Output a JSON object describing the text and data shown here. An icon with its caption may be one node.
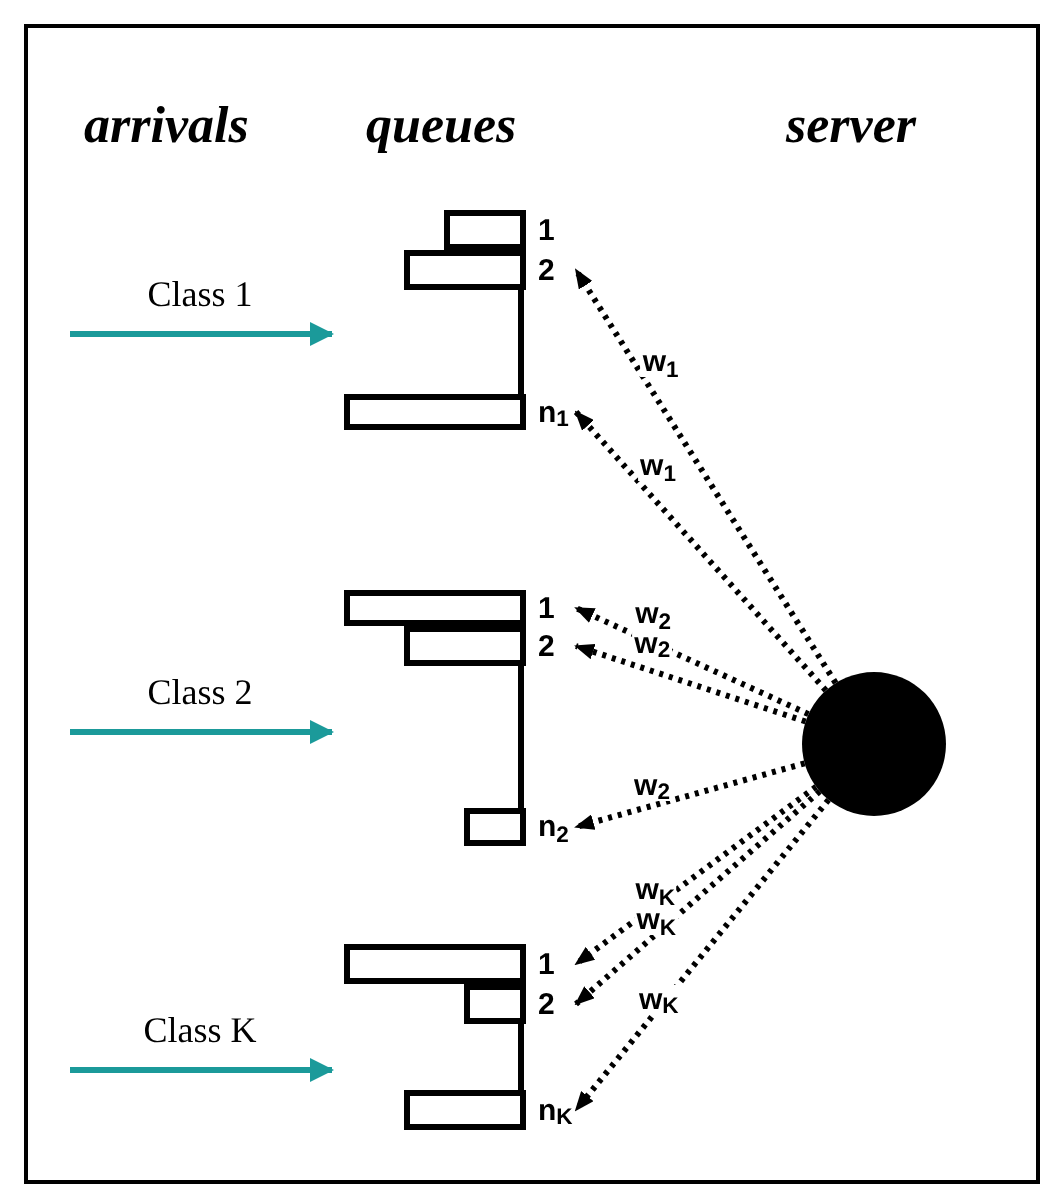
{
  "diagram": {
    "nodes": [
      {
        "text": [],
        "shape": "bar"
      },
      {
        "text": [
          "1"
        ],
        "in": 0
      },
      {
        "text": [
          "2"
        ],
        "in": 0
      },
      {
        "text": [
          "n$_{1}$"
        ],
        "in": 0
      },
      {
        "text": [],
        "shape": "bar"
      },
      {
        "text": [
          "1"
        ],
        "in": 4
      },
      {
        "text": [
          "2"
        ],
        "in": 4
      },
      {
        "text": [
          "n$_{2}$"
        ],
        "in": 4
      },
      {
        "text": [],
        "shape": "bar"
      },
      {
        "text": [
          "1"
        ],
        "in": 8
      },
      {
        "text": [
          "2"
        ],
        "in": 8
      },
      {
        "text": [
          "n$_{K}$"
        ],
        "in": 8
      },
      {
        "text": [],
        "shape": "circle"
      }
    ],
    "edges": [
      {
        "from": null,
        "to": 0,
        "arrow": "to",
        "label": "Class 1",
        "color": "#1b9a9a"
      },
      {
        "from": null,
        "to": 4,
        "arrow": "to",
        "label": "Class 2",
        "color": "#1b9a9a"
      },
      {
        "from": null,
        "to": 8,
        "arrow": "to",
        "label": "Class K",
        "color": "#1b9a9a"
      },
      {
        "from": 12,
        "to": 2,
        "arrow": "to",
        "label": "w$_{1}$",
        "style": "dashed"
      },
      {
        "from": 12,
        "to": 3,
        "arrow": "to",
        "label": "w$_{1}$",
        "style": "dashed"
      },
      {
        "from": 12,
        "to": 5,
        "arrow": "to",
        "label": "w$_{2}$",
        "style": "dashed"
      },
      {
        "from": 12,
        "to": 6,
        "arrow": "to",
        "label": "w$_{2}$",
        "style": "dashed"
      },
      {
        "from": 12,
        "to": 7,
        "arrow": "to",
        "label": "w$_{2}$",
        "style": "dashed"
      },
      {
        "from": 12,
        "to": 9,
        "arrow": "to",
        "label": "w$_{K}$",
        "style": "dashed"
      },
      {
        "from": 12,
        "to": 10,
        "arrow": "to",
        "label": "w$_{K}$",
        "style": "dashed"
      },
      {
        "from": 12,
        "to": 11,
        "arrow": "to",
        "label": "w$_{K}$",
        "style": "dashed"
      }
    ],
    "labels": [
      "arrivals",
      "queues",
      "server"
    ]
  }
}
